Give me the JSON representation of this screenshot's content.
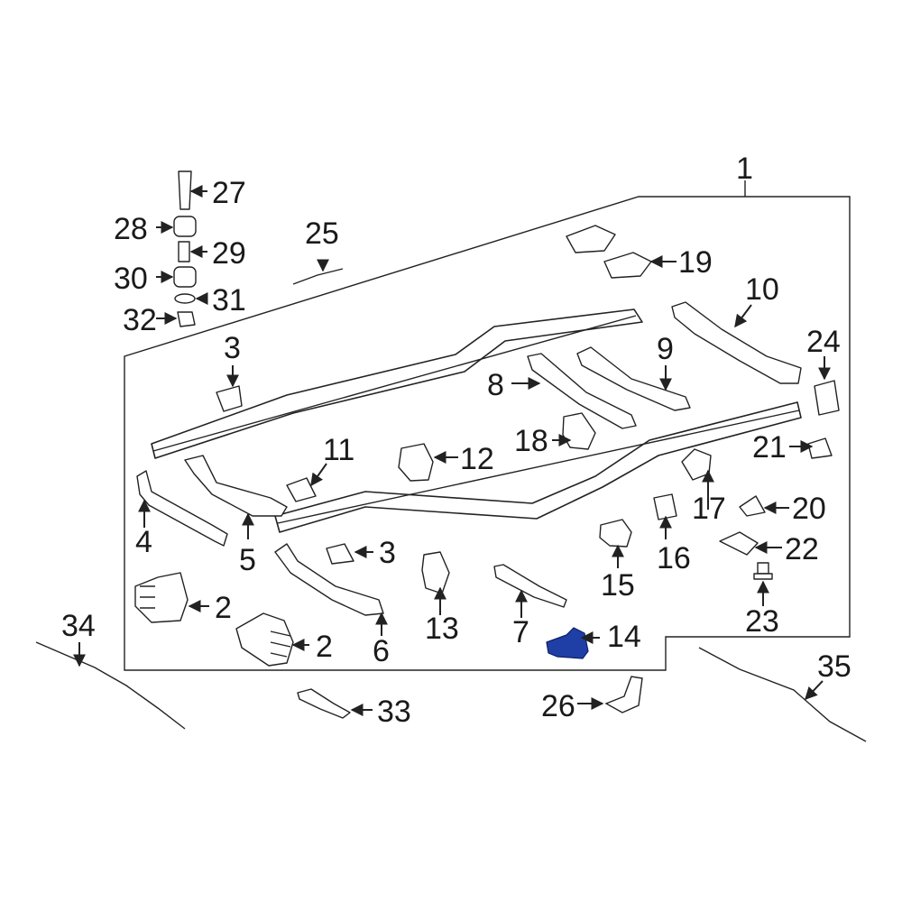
{
  "colors": {
    "highlight": "#1f3fa6",
    "line": "#222222",
    "background": "#ffffff"
  },
  "highlighted_part": "14",
  "callouts": {
    "c1": "1",
    "c2a": "2",
    "c2b": "2",
    "c3a": "3",
    "c3b": "3",
    "c4": "4",
    "c5": "5",
    "c6": "6",
    "c7": "7",
    "c8": "8",
    "c9": "9",
    "c10": "10",
    "c11": "11",
    "c12": "12",
    "c13": "13",
    "c14": "14",
    "c15": "15",
    "c16": "16",
    "c17": "17",
    "c18": "18",
    "c19": "19",
    "c20": "20",
    "c21": "21",
    "c22": "22",
    "c23": "23",
    "c24": "24",
    "c25": "25",
    "c26": "26",
    "c27": "27",
    "c28": "28",
    "c29": "29",
    "c30": "30",
    "c31": "31",
    "c32": "32",
    "c33": "33",
    "c34": "34",
    "c35": "35"
  }
}
